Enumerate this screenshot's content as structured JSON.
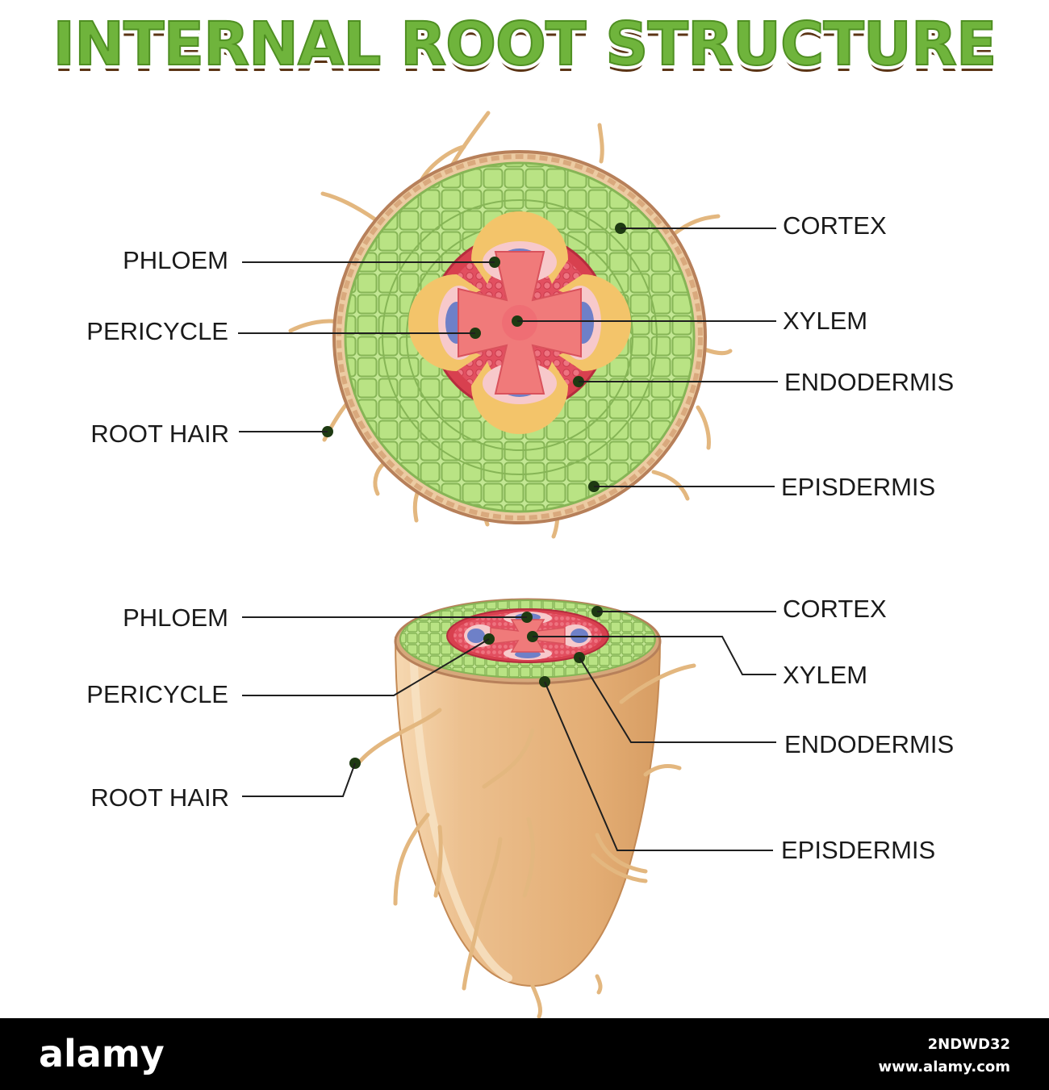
{
  "title": "INTERNAL ROOT STRUCTURE",
  "top_labels": {
    "phloem": "PHLOEM",
    "pericycle": "PERICYCLE",
    "root_hair": "ROOT HAIR",
    "cortex": "CORTEX",
    "xylem": "XYLEM",
    "endodermis": "ENDODERMIS",
    "epidermis": "EPISDERMIS"
  },
  "bottom_labels": {
    "phloem": "PHLOEM",
    "pericycle": "PERICYCLE",
    "root_hair": "ROOT HAIR",
    "cortex": "CORTEX",
    "xylem": "XYLEM",
    "endodermis": "ENDODERMIS",
    "epidermis": "EPISDERMIS"
  },
  "watermark": {
    "brand": "alamy",
    "image_id": "2NDWD32",
    "url": "www.alamy.com"
  },
  "colors": {
    "title_green": "#6fb43c",
    "title_shadow": "#7a4a1e",
    "cortex_green": "#bde58a",
    "cell_lines": "#7aa84a",
    "epidermis_tan": "#e8c59a",
    "epidermis_outline": "#b9825a",
    "pericycle_red": "#e0505e",
    "xylem_red": "#f07a7a",
    "phloem_blue": "#6e80c8",
    "phloem_pink": "#f7c6c8",
    "cambium_yellow": "#f3c56d",
    "root_tan": "#e9b783",
    "root_hair": "#e3b77f"
  }
}
